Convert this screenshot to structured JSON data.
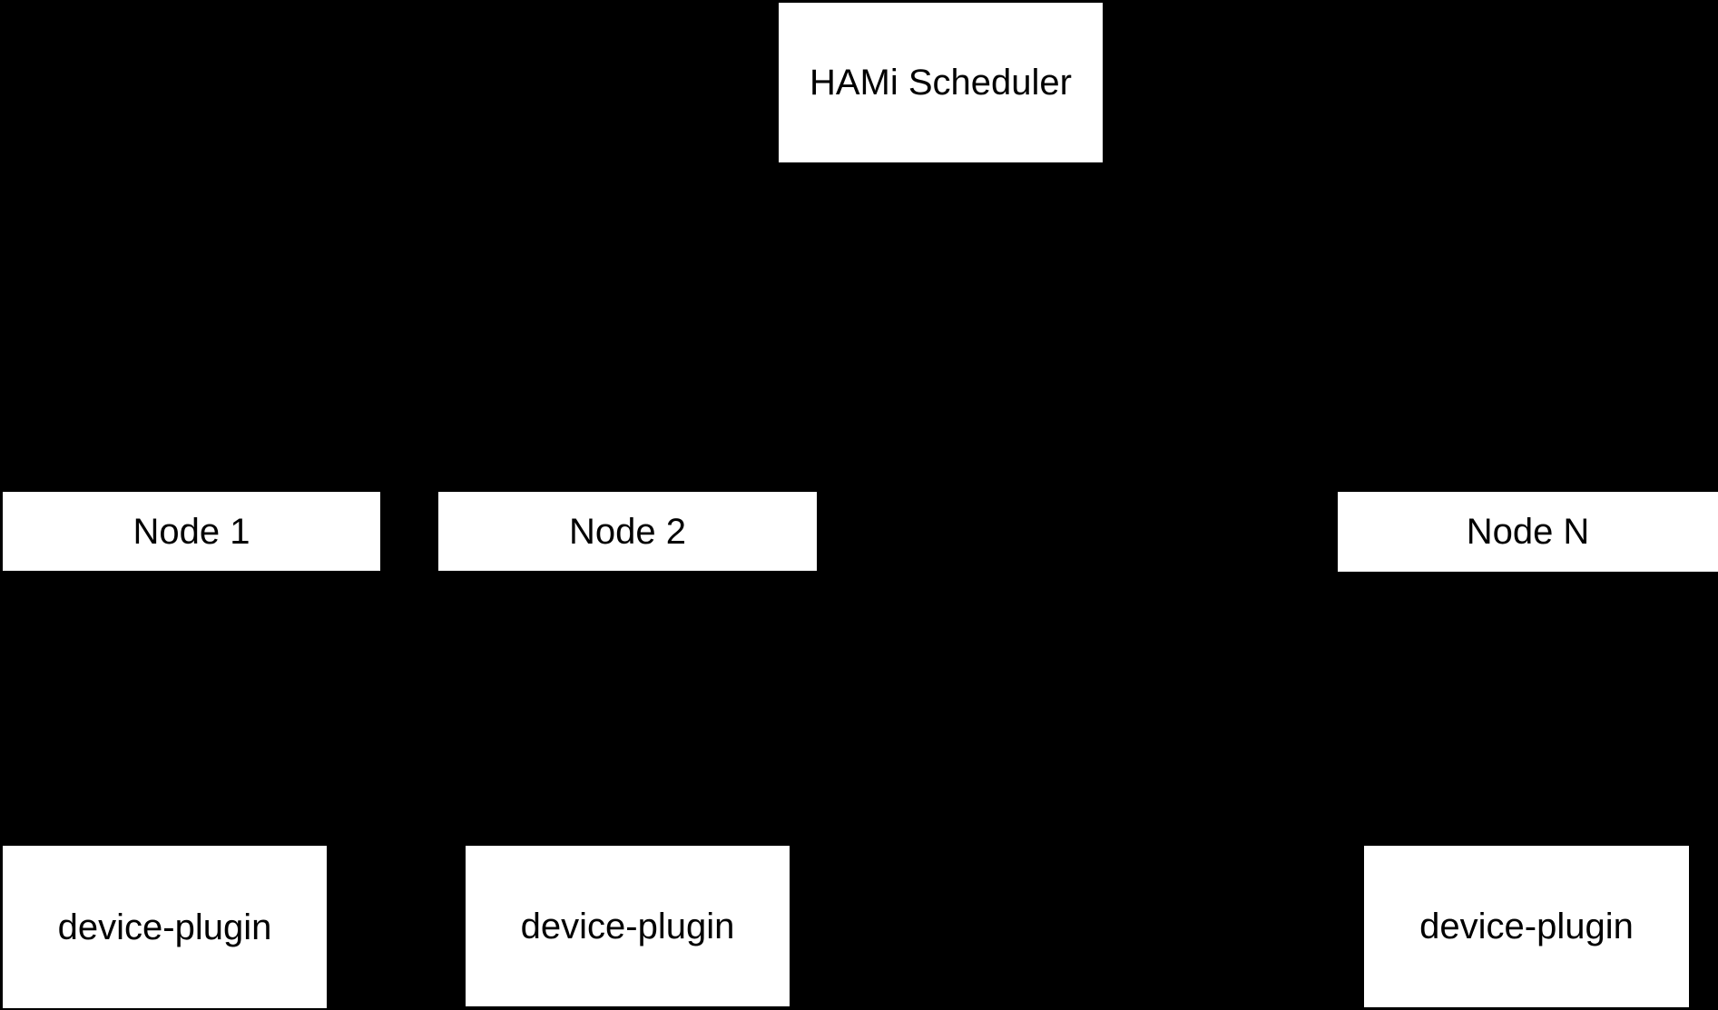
{
  "colors": {
    "background": "#000000",
    "box_fill": "#ffffff",
    "box_text": "#000000"
  },
  "scheduler": {
    "label": "HAMi Scheduler"
  },
  "nodes": [
    {
      "label": "Node 1"
    },
    {
      "label": "Node 2"
    },
    {
      "label": "Node N"
    }
  ],
  "device_plugins": [
    {
      "label": "device-plugin"
    },
    {
      "label": "device-plugin"
    },
    {
      "label": "device-plugin"
    }
  ]
}
